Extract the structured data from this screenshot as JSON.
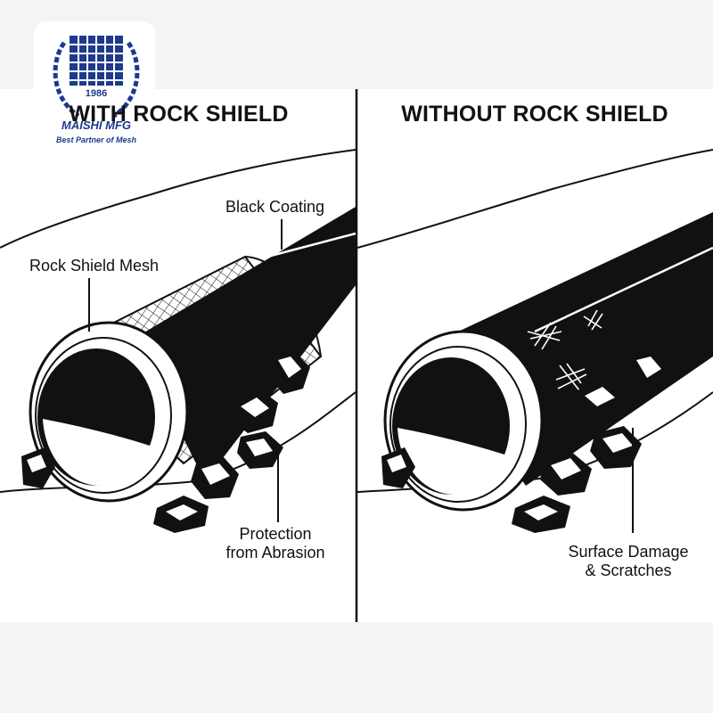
{
  "left_panel": {
    "title": "WITH ROCK SHIELD",
    "labels": {
      "coating": "Black Coating",
      "mesh": "Rock Shield Mesh",
      "protection_line1": "Protection",
      "protection_line2": "from Abrasion"
    }
  },
  "right_panel": {
    "title": "WITHOUT ROCK SHIELD",
    "labels": {
      "damage_line1": "Surface Damage",
      "damage_line2": "& Scratches"
    }
  },
  "logo": {
    "year": "1986",
    "brand": "MAISHI MFG",
    "tagline": "Best Partner of Mesh"
  },
  "colors": {
    "background": "#f3f4f4",
    "panel": "#ffffff",
    "ink": "#111111",
    "logo_blue": "#1e3a8a"
  }
}
